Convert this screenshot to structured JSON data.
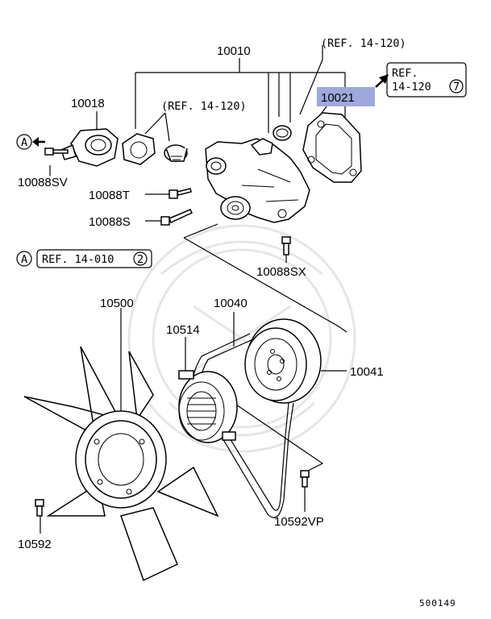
{
  "labels": {
    "p10010": "10010",
    "p10018": "10018",
    "p10021": "10021",
    "p10088sv": "10088SV",
    "p10088t": "10088T",
    "p10088s": "10088S",
    "p10088sx": "10088SX",
    "p10500": "10500",
    "p10040": "10040",
    "p10514": "10514",
    "p10041": "10041",
    "p10592": "10592",
    "p10592vp": "10592VP"
  },
  "refs": {
    "ref_top": "(REF. 14-120)",
    "ref_thermo": "(REF. 14-120)",
    "ref_box_line1": "REF.",
    "ref_box_line2": "14-120",
    "ref_box_num": "7",
    "ref_a_text": "REF. 14-010",
    "ref_a_num": "2",
    "marker_a": "A"
  },
  "footer": {
    "diagram_number": "500149"
  },
  "colors": {
    "highlight": "#9fa8dc",
    "ink": "#000000"
  }
}
